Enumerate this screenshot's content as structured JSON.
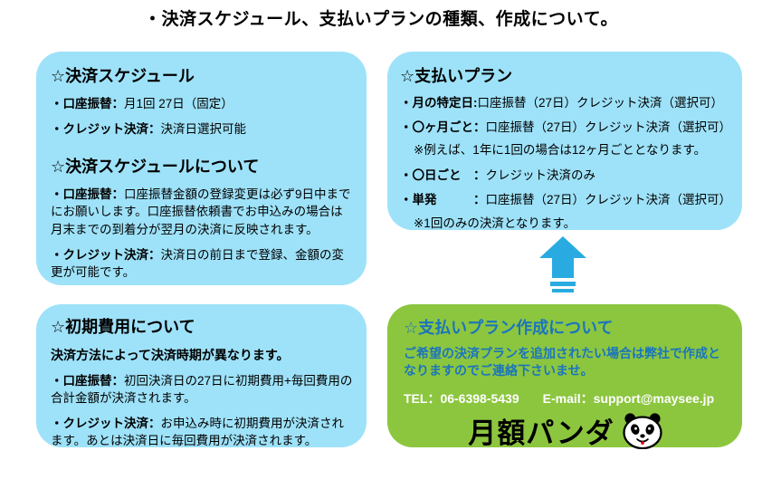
{
  "title": "・決済スケジュール、支払いプランの種類、作成について。",
  "colors": {
    "box_blue": "#9ee2f9",
    "box_green": "#8cc63f",
    "arrow_blue": "#29abe2",
    "green_text_blue": "#1b75bc",
    "contact_text": "#ffffff"
  },
  "schedule_box": {
    "heading": "☆決済スケジュール",
    "line1": {
      "label": "・口座振替：",
      "text": "月1回 27日（固定）"
    },
    "line2": {
      "label": "・クレジット決済：",
      "text": "決済日選択可能"
    },
    "about_heading": "☆決済スケジュールについて",
    "line3": {
      "label": "・口座振替：",
      "text": "口座振替金額の登録変更は必ず9日中までにお願いします。口座振替依頼書でお申込みの場合は月末までの到着分が翌月の決済に反映されます。"
    },
    "line4": {
      "label": "・クレジット決済：",
      "text": "決済日の前日まで登録、金額の変更が可能です。"
    }
  },
  "plans_box": {
    "heading": "☆支払いプラン",
    "line1": {
      "label": "・月の特定日:",
      "text": "口座振替（27日）クレジット決済（選択可）"
    },
    "line2": {
      "label": "・〇ヶ月ごと：",
      "text": "口座振替（27日）クレジット決済（選択可）"
    },
    "note1": "※例えば、1年に1回の場合は12ヶ月ごととなります。",
    "line3": {
      "label": "・〇日ごと　：",
      "text": "クレジット決済のみ"
    },
    "line4": {
      "label": "・単発　　　：",
      "text": "口座振替（27日）クレジット決済（選択可）"
    },
    "note2": "※1回のみの決済となります。"
  },
  "initial_cost_box": {
    "heading": "☆初期費用について",
    "intro": "決済方法によって決済時期が異なります。",
    "line1": {
      "label": "・口座振替：",
      "text": "初回決済日の27日に初期費用+毎回費用の合計金額が決済されます。"
    },
    "line2": {
      "label": "・クレジット決済：",
      "text": "お申込み時に初期費用が決済されます。あとは決済日に毎回費用が決済されます。"
    }
  },
  "plan_creation_box": {
    "heading": "☆支払いプラン作成について",
    "body": "ご希望の決済プランを追加されたい場合は弊社で作成となりますのでご連絡下さいませ。",
    "tel": "TEL：06-6398-5439",
    "email": "E-mail：support@maysee.jp",
    "brand": "月額パンダ",
    "panda_icon": "panda-face-icon"
  },
  "arrow": {
    "icon": "up-arrow-icon"
  }
}
